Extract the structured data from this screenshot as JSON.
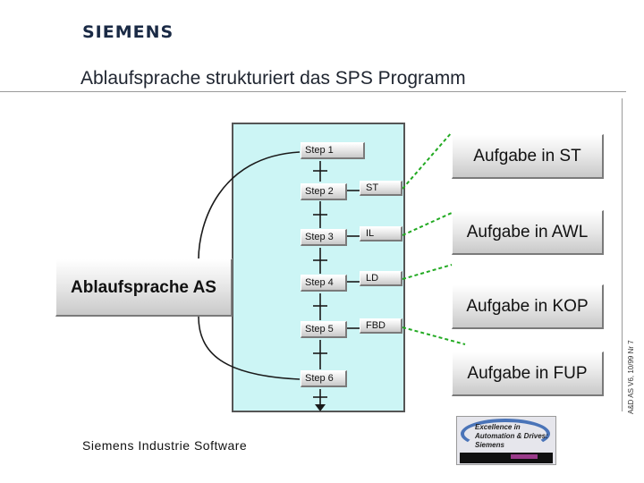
{
  "header": {
    "logo": "SIEMENS",
    "title": "Ablaufsprache strukturiert das SPS Programm"
  },
  "sequence": {
    "main_label": "Ablaufsprache AS",
    "steps": [
      "Step 1",
      "Step 2",
      "Step 3",
      "Step 4",
      "Step 5",
      "Step 6"
    ],
    "languages": [
      "ST",
      "IL",
      "LD",
      "FBD"
    ]
  },
  "tasks": [
    "Aufgabe in ST",
    "Aufgabe in AWL",
    "Aufgabe in KOP",
    "Aufgabe in FUP"
  ],
  "footer": {
    "company": "Siemens Industrie Software",
    "side_label": "A&D AS V6, 10/99 Nr 7",
    "badge": "Excellence in Automation & Drives: Siemens"
  },
  "colors": {
    "panel_bg": "#ccf5f5",
    "connector": "#22aa22"
  }
}
